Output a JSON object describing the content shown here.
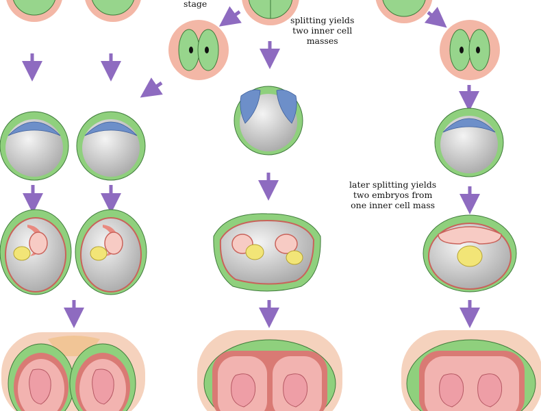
{
  "labels": {
    "stage": "stage",
    "splitting_inner_1": "splitting yields",
    "splitting_inner_2": "two inner cell",
    "splitting_inner_3": "masses",
    "later_1": "later splitting yields",
    "later_2": "two embryos from",
    "later_3": "one inner cell mass"
  },
  "colors": {
    "zona": "#f3b7a6",
    "cell": "#97d58c",
    "cell_stroke": "#3e7a3a",
    "inner_mass": "#6d8fc9",
    "trophoblast": "#8fd07d",
    "cavity": "#cfcfcf",
    "arrow": "#8e6bc0",
    "amnion": "#e98a80",
    "yolk": "#f2e577",
    "chorion_outer": "#f5d2bd",
    "placenta": "#f1c596",
    "fetus": "#ee9ea6"
  }
}
